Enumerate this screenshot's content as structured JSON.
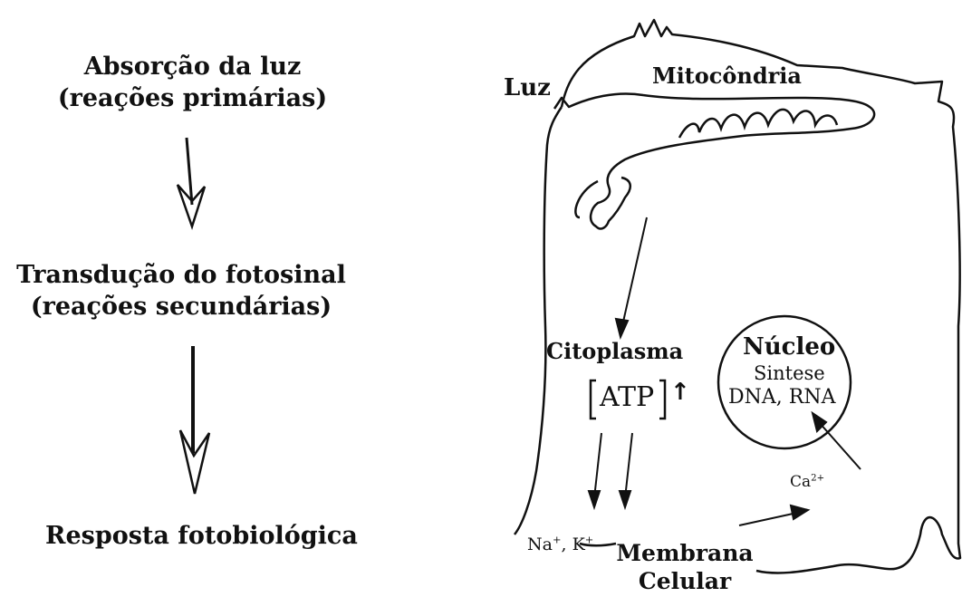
{
  "flow": {
    "step1_line1": "Absorção da luz",
    "step1_line2": "(reações primárias)",
    "step2_line1": "Transdução do fotosinal",
    "step2_line2": "(reações secundárias)",
    "step3": "Resposta fotobiológica"
  },
  "cell": {
    "light": "Luz",
    "mitochondria": "Mitocôndria",
    "cytoplasm": "Citoplasma",
    "atp_label": "ATP",
    "atp_arrow": "↑",
    "nucleus_title": "Núcleo",
    "nucleus_line1": "Sintese",
    "nucleus_line2": "DNA, RNA",
    "ion_na": "Na",
    "ion_na_charge": "+",
    "ion_sep": ", ",
    "ion_k": "K",
    "ion_k_charge": "+",
    "calcium": "Ca",
    "calcium_charge": "2+",
    "membrane_line1": "Membrana",
    "membrane_line2": "Celular"
  }
}
